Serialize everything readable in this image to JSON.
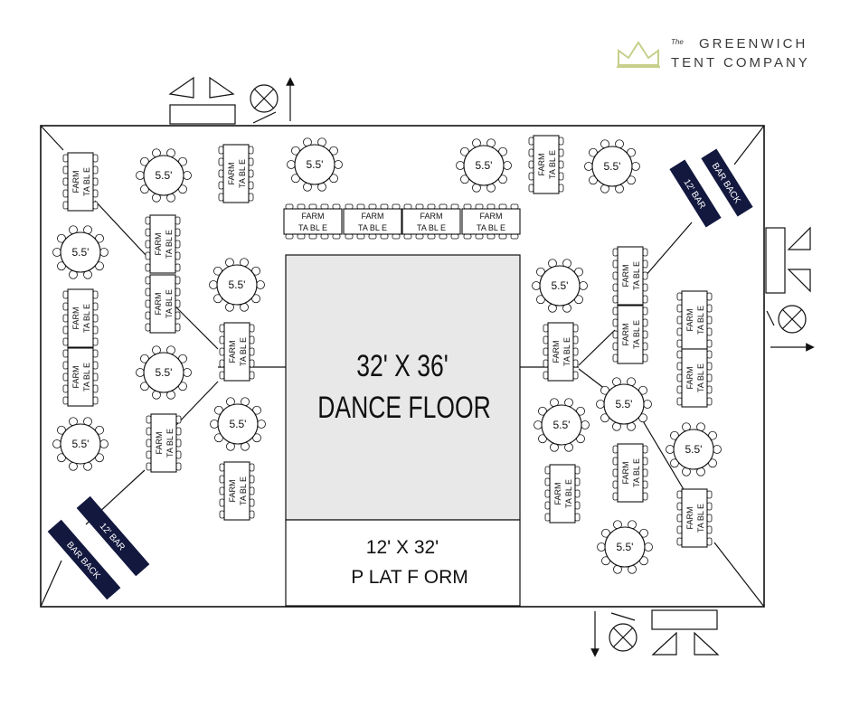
{
  "brand": {
    "the": "The",
    "line1": "GREENWICH",
    "line2": "TENT COMPANY",
    "crown_color": "#c7cf8a"
  },
  "dance_floor": {
    "size": "32' X 36'",
    "name": "DANCE FLOOR"
  },
  "platform": {
    "size": "12' X 32'",
    "name": "P LAT F ORM"
  },
  "table": {
    "line1": "FARM",
    "line2": "TA BL E"
  },
  "round_label": "5.5'",
  "bar": {
    "label": "12' BAR",
    "back": "BAR BACK",
    "color": "#13183f"
  }
}
